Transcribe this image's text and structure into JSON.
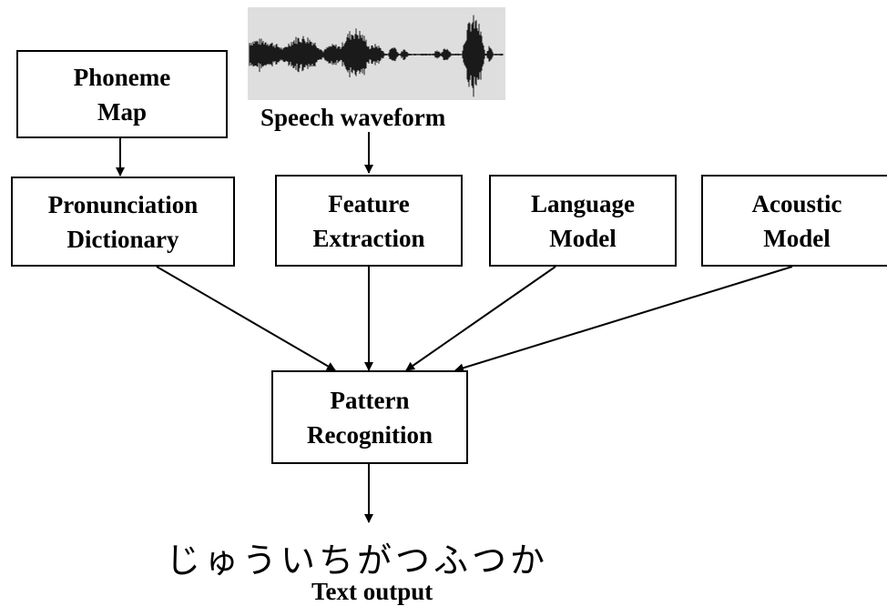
{
  "boxes": {
    "phoneme_map": [
      "Phoneme",
      "Map"
    ],
    "pronunciation_dictionary": [
      "Pronunciation",
      "Dictionary"
    ],
    "feature_extraction": [
      "Feature",
      "Extraction"
    ],
    "language_model": [
      "Language",
      "Model"
    ],
    "acoustic_model": [
      "Acoustic",
      "Model"
    ],
    "pattern_recognition": [
      "Pattern",
      "Recognition"
    ]
  },
  "labels": {
    "waveform": "Speech waveform",
    "output_caption": "Text output"
  },
  "output_text": "じゅういちがつふつか",
  "colors": {
    "stroke": "#000000",
    "waveform_bg": "#dedede",
    "waveform_ink": "#1a1a1a"
  }
}
